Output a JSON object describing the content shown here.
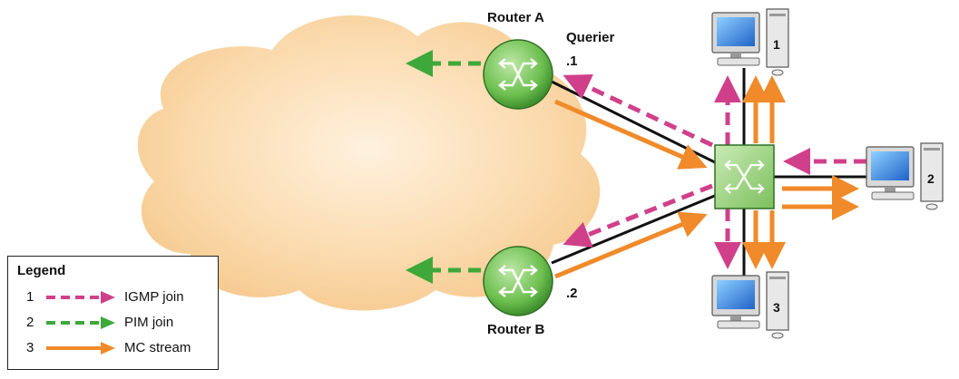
{
  "routers": {
    "a": {
      "name": "Router A",
      "role": "Querier",
      "address": ".1"
    },
    "b": {
      "name": "Router B",
      "address": ".2"
    }
  },
  "hosts": [
    {
      "id": "1"
    },
    {
      "id": "2"
    },
    {
      "id": "3"
    }
  ],
  "legend": {
    "title": "Legend",
    "items": [
      {
        "num": "1",
        "label": "IGMP join",
        "color": "#d0408a",
        "style": "dashed"
      },
      {
        "num": "2",
        "label": "PIM join",
        "color": "#3fa83a",
        "style": "dashed"
      },
      {
        "num": "3",
        "label": "MC stream",
        "color": "#f08a2a",
        "style": "solid"
      }
    ]
  },
  "colors": {
    "cloud": "#f9d7a8",
    "router": "#7ccb5c",
    "switch": "#a6d68a",
    "igmp": "#d0408a",
    "pim": "#3fa83a",
    "stream": "#f08a2a"
  }
}
